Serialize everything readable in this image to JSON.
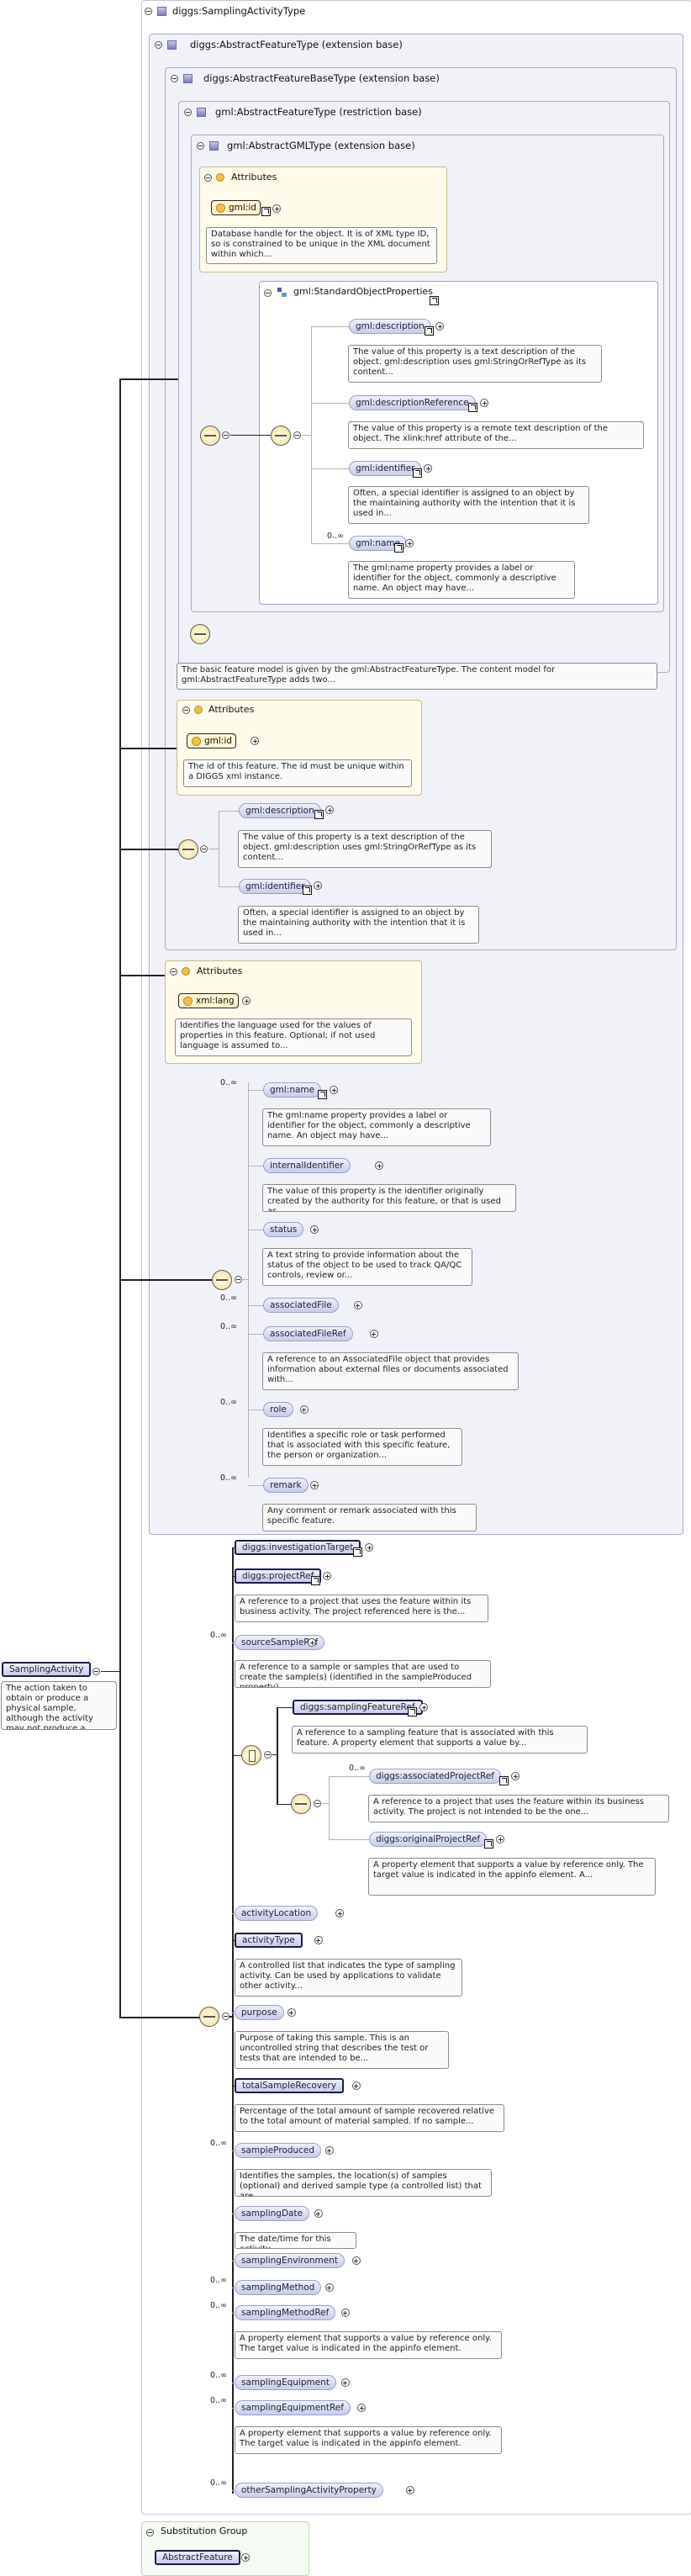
{
  "types": {
    "root": "diggs:SamplingActivityType",
    "ext1": "diggs:AbstractFeatureType (extension base)",
    "ext2": "diggs:AbstractFeatureBaseType (extension base)",
    "restr": "gml:AbstractFeatureType (restriction base)",
    "ext3": "gml:AbstractGMLType (extension base)"
  },
  "attributes_label": "Attributes",
  "gml_id": {
    "name": "gml:id",
    "doc": "Database handle for the object. It is of XML type ID, so is constrained to be unique in the XML document within which..."
  },
  "standard_props": {
    "title": "gml:StandardObjectProperties",
    "items": [
      {
        "name": "gml:description",
        "doc": "The value of this property is a text description of the object. gml:description uses gml:StringOrRefType as its content..."
      },
      {
        "name": "gml:descriptionReference",
        "doc": "The value of this property is a remote text description of the object. The xlink:href attribute of the..."
      },
      {
        "name": "gml:identifier",
        "doc": "Often, a special identifier is assigned to an object by the maintaining authority with the intention that it is used in..."
      },
      {
        "name": "gml:name",
        "occ": "0..∞",
        "doc": "The gml:name property provides a label or identifier for the object, commonly a descriptive name. An object may have..."
      }
    ]
  },
  "feature_doc": "The basic feature model is given by the gml:AbstractFeatureType. The content model for gml:AbstractFeatureType adds two...",
  "feature_id": {
    "name": "gml:id",
    "doc": "The id of this feature. The id must be unique within a DIGGS xml instance."
  },
  "base_elems": [
    {
      "name": "gml:description",
      "doc": "The value of this property is a text description of the object. gml:description uses gml:StringOrRefType as its content..."
    },
    {
      "name": "gml:identifier",
      "doc": "Often, a special identifier is assigned to an object by the maintaining authority with the intention that it is used in..."
    }
  ],
  "xml_lang": {
    "name": "xml:lang",
    "doc": "Identifies the language used for the values of properties in this feature. Optional; if not used language is assumed to..."
  },
  "feature_elems": [
    {
      "name": "gml:name",
      "occ": "0..∞",
      "doc": "The gml:name property provides a label or identifier for the object, commonly a descriptive name. An object may have..."
    },
    {
      "name": "internalIdentifier",
      "doc": "The value of this property is the identifier originally created by the authority for this feature, or that is used as..."
    },
    {
      "name": "status",
      "doc": "A text string to provide information about the status of the object to be used to track QA/QC controls, review or..."
    },
    {
      "name": "associatedFile",
      "occ": "0..∞"
    },
    {
      "name": "associatedFileRef",
      "occ": "0..∞",
      "doc": "A reference to an AssociatedFile object that provides information about external files or documents associated with..."
    },
    {
      "name": "role",
      "occ": "0..∞",
      "doc": "Identifies a specific role or task performed that is associated with this specific feature, the person or organization..."
    },
    {
      "name": "remark",
      "occ": "0..∞",
      "doc": "Any comment or remark associated with this specific feature."
    }
  ],
  "root_element": {
    "name": "SamplingActivity",
    "doc": "The action taken to obtain or produce a physical sample, although the activity may not produce a sample (e.g. a core run..."
  },
  "main_elems": {
    "investigationTarget": "diggs:investigationTarget",
    "projectRef": {
      "name": "diggs:projectRef",
      "doc": "A reference to a project that uses the feature within its business activity. The project referenced here is the..."
    },
    "sourceSampleRef": {
      "name": "sourceSampleRef",
      "occ": "0..∞",
      "doc": "A reference to a sample or samples that are used to create the sample(s) (identified in the sampleProduced property)..."
    },
    "samplingFeatureRef": {
      "name": "diggs:samplingFeatureRef",
      "doc": "A reference to a sampling feature that is associated with this feature. A property element that supports a value by..."
    },
    "associatedProjectRef": {
      "name": "diggs:associatedProjectRef",
      "occ": "0..∞",
      "doc": "A reference to a project that uses the feature within its business activity. The project is not intended to be the one..."
    },
    "originalProjectRef": {
      "name": "diggs:originalProjectRef",
      "doc": "A property element that supports a value by reference only. The target value is indicated in the appinfo element. A..."
    },
    "list": [
      {
        "name": "activityLocation"
      },
      {
        "name": "activityType",
        "req": true,
        "doc": "A controlled list that indicates the type of sampling activity. Can be used by applications to validate other activity..."
      },
      {
        "name": "purpose",
        "doc": "Purpose of taking this sample. This is an uncontrolled string that describes the test or tests that are intended to be..."
      },
      {
        "name": "totalSampleRecovery",
        "req": true,
        "doc": "Percentage of the total amount of sample recovered relative to the total amount of material sampled. If no sample..."
      },
      {
        "name": "sampleProduced",
        "occ": "0..∞",
        "doc": "Identifies the samples, the location(s) of samples (optional) and derived sample type (a controlled list) that are..."
      },
      {
        "name": "samplingDate",
        "doc": "The date/time for this activity"
      },
      {
        "name": "samplingEnvironment"
      },
      {
        "name": "samplingMethod",
        "occ": "0..∞"
      },
      {
        "name": "samplingMethodRef",
        "occ": "0..∞",
        "doc": "A property element that supports a value by reference only. The target value is indicated in the appinfo element."
      },
      {
        "name": "samplingEquipment",
        "occ": "0..∞"
      },
      {
        "name": "samplingEquipmentRef",
        "occ": "0..∞",
        "doc": "A property element that supports a value by reference only. The target value is indicated in the appinfo element."
      },
      {
        "name": "otherSamplingActivityProperty",
        "occ": "0..∞"
      }
    ]
  },
  "substitution": {
    "title": "Substitution Group",
    "item": "AbstractFeature"
  }
}
